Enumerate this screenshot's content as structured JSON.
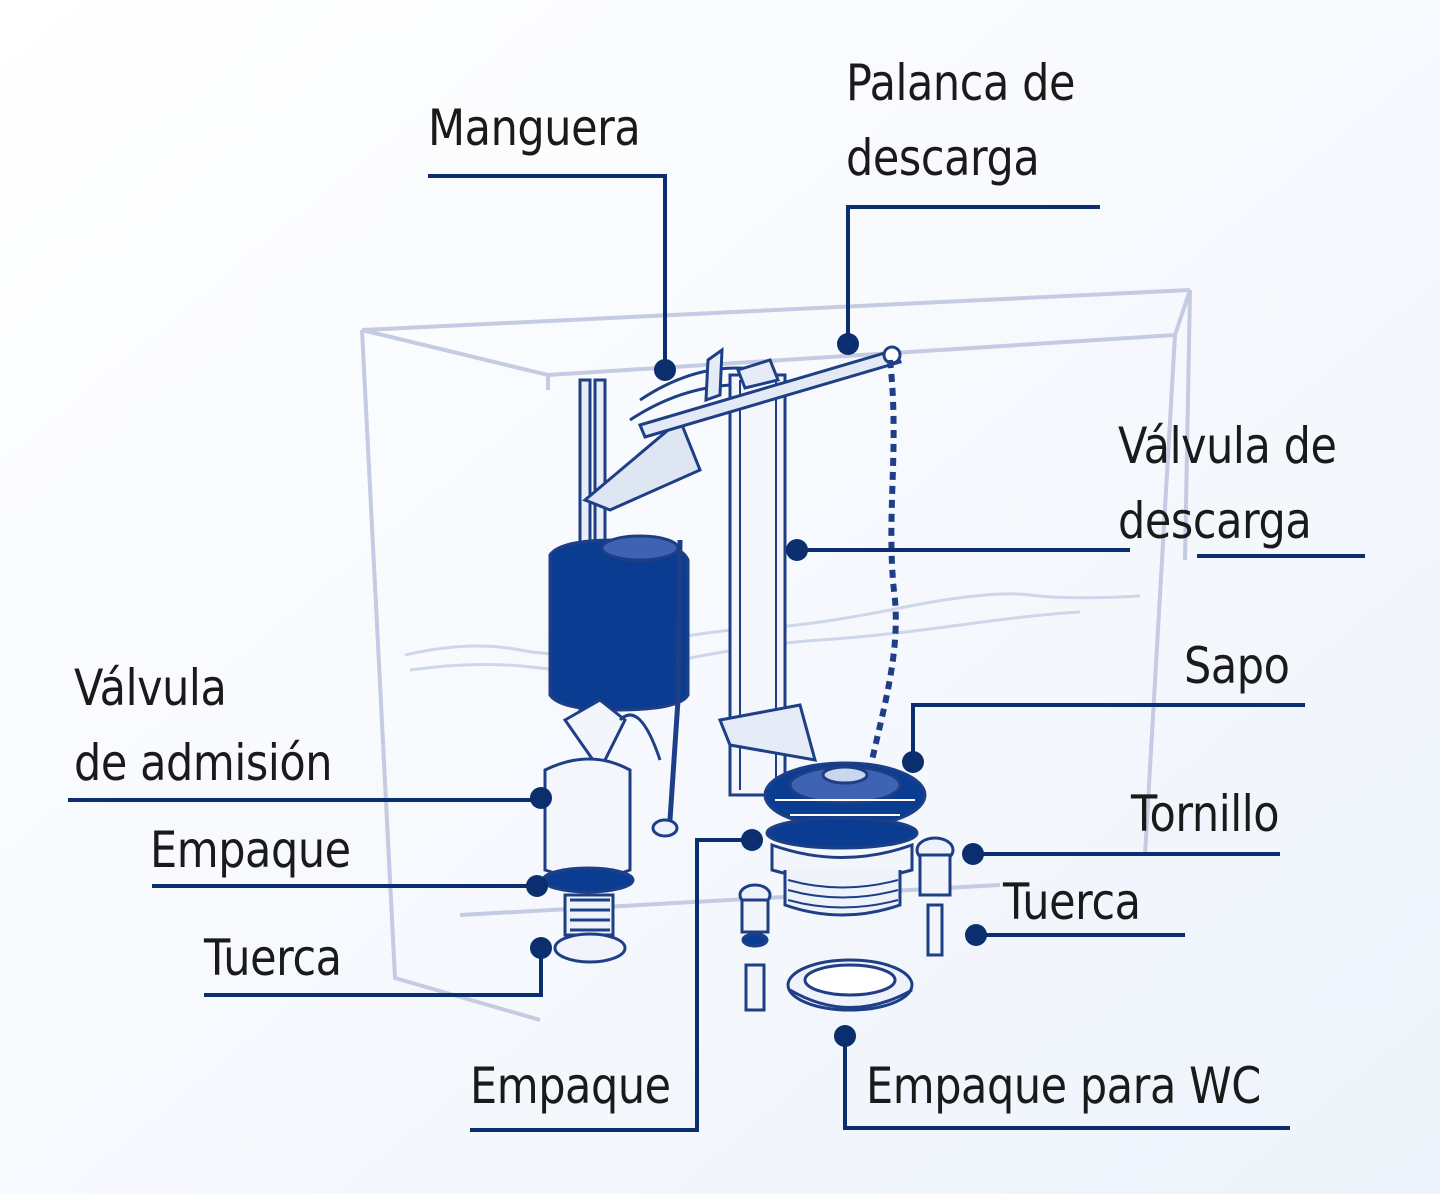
{
  "labels": {
    "manguera": "Manguera",
    "palanca_1": "Palanca de",
    "palanca_2": "descarga",
    "valvula_descarga_1": "Válvula de",
    "valvula_descarga_2": "descarga",
    "sapo": "Sapo",
    "valvula_admision_1": "Válvula",
    "valvula_admision_2": "de admisión",
    "empaque_left": "Empaque",
    "tuerca_left": "Tuerca",
    "tornillo": "Tornillo",
    "tuerca_right": "Tuerca",
    "empaque_bottom": "Empaque",
    "empaque_wc": "Empaque para WC"
  },
  "colors": {
    "leader": "#0b2f6e",
    "part_dark": "#0a3d91",
    "outline": "#1e3f86",
    "tank": "#c4cbe2"
  }
}
